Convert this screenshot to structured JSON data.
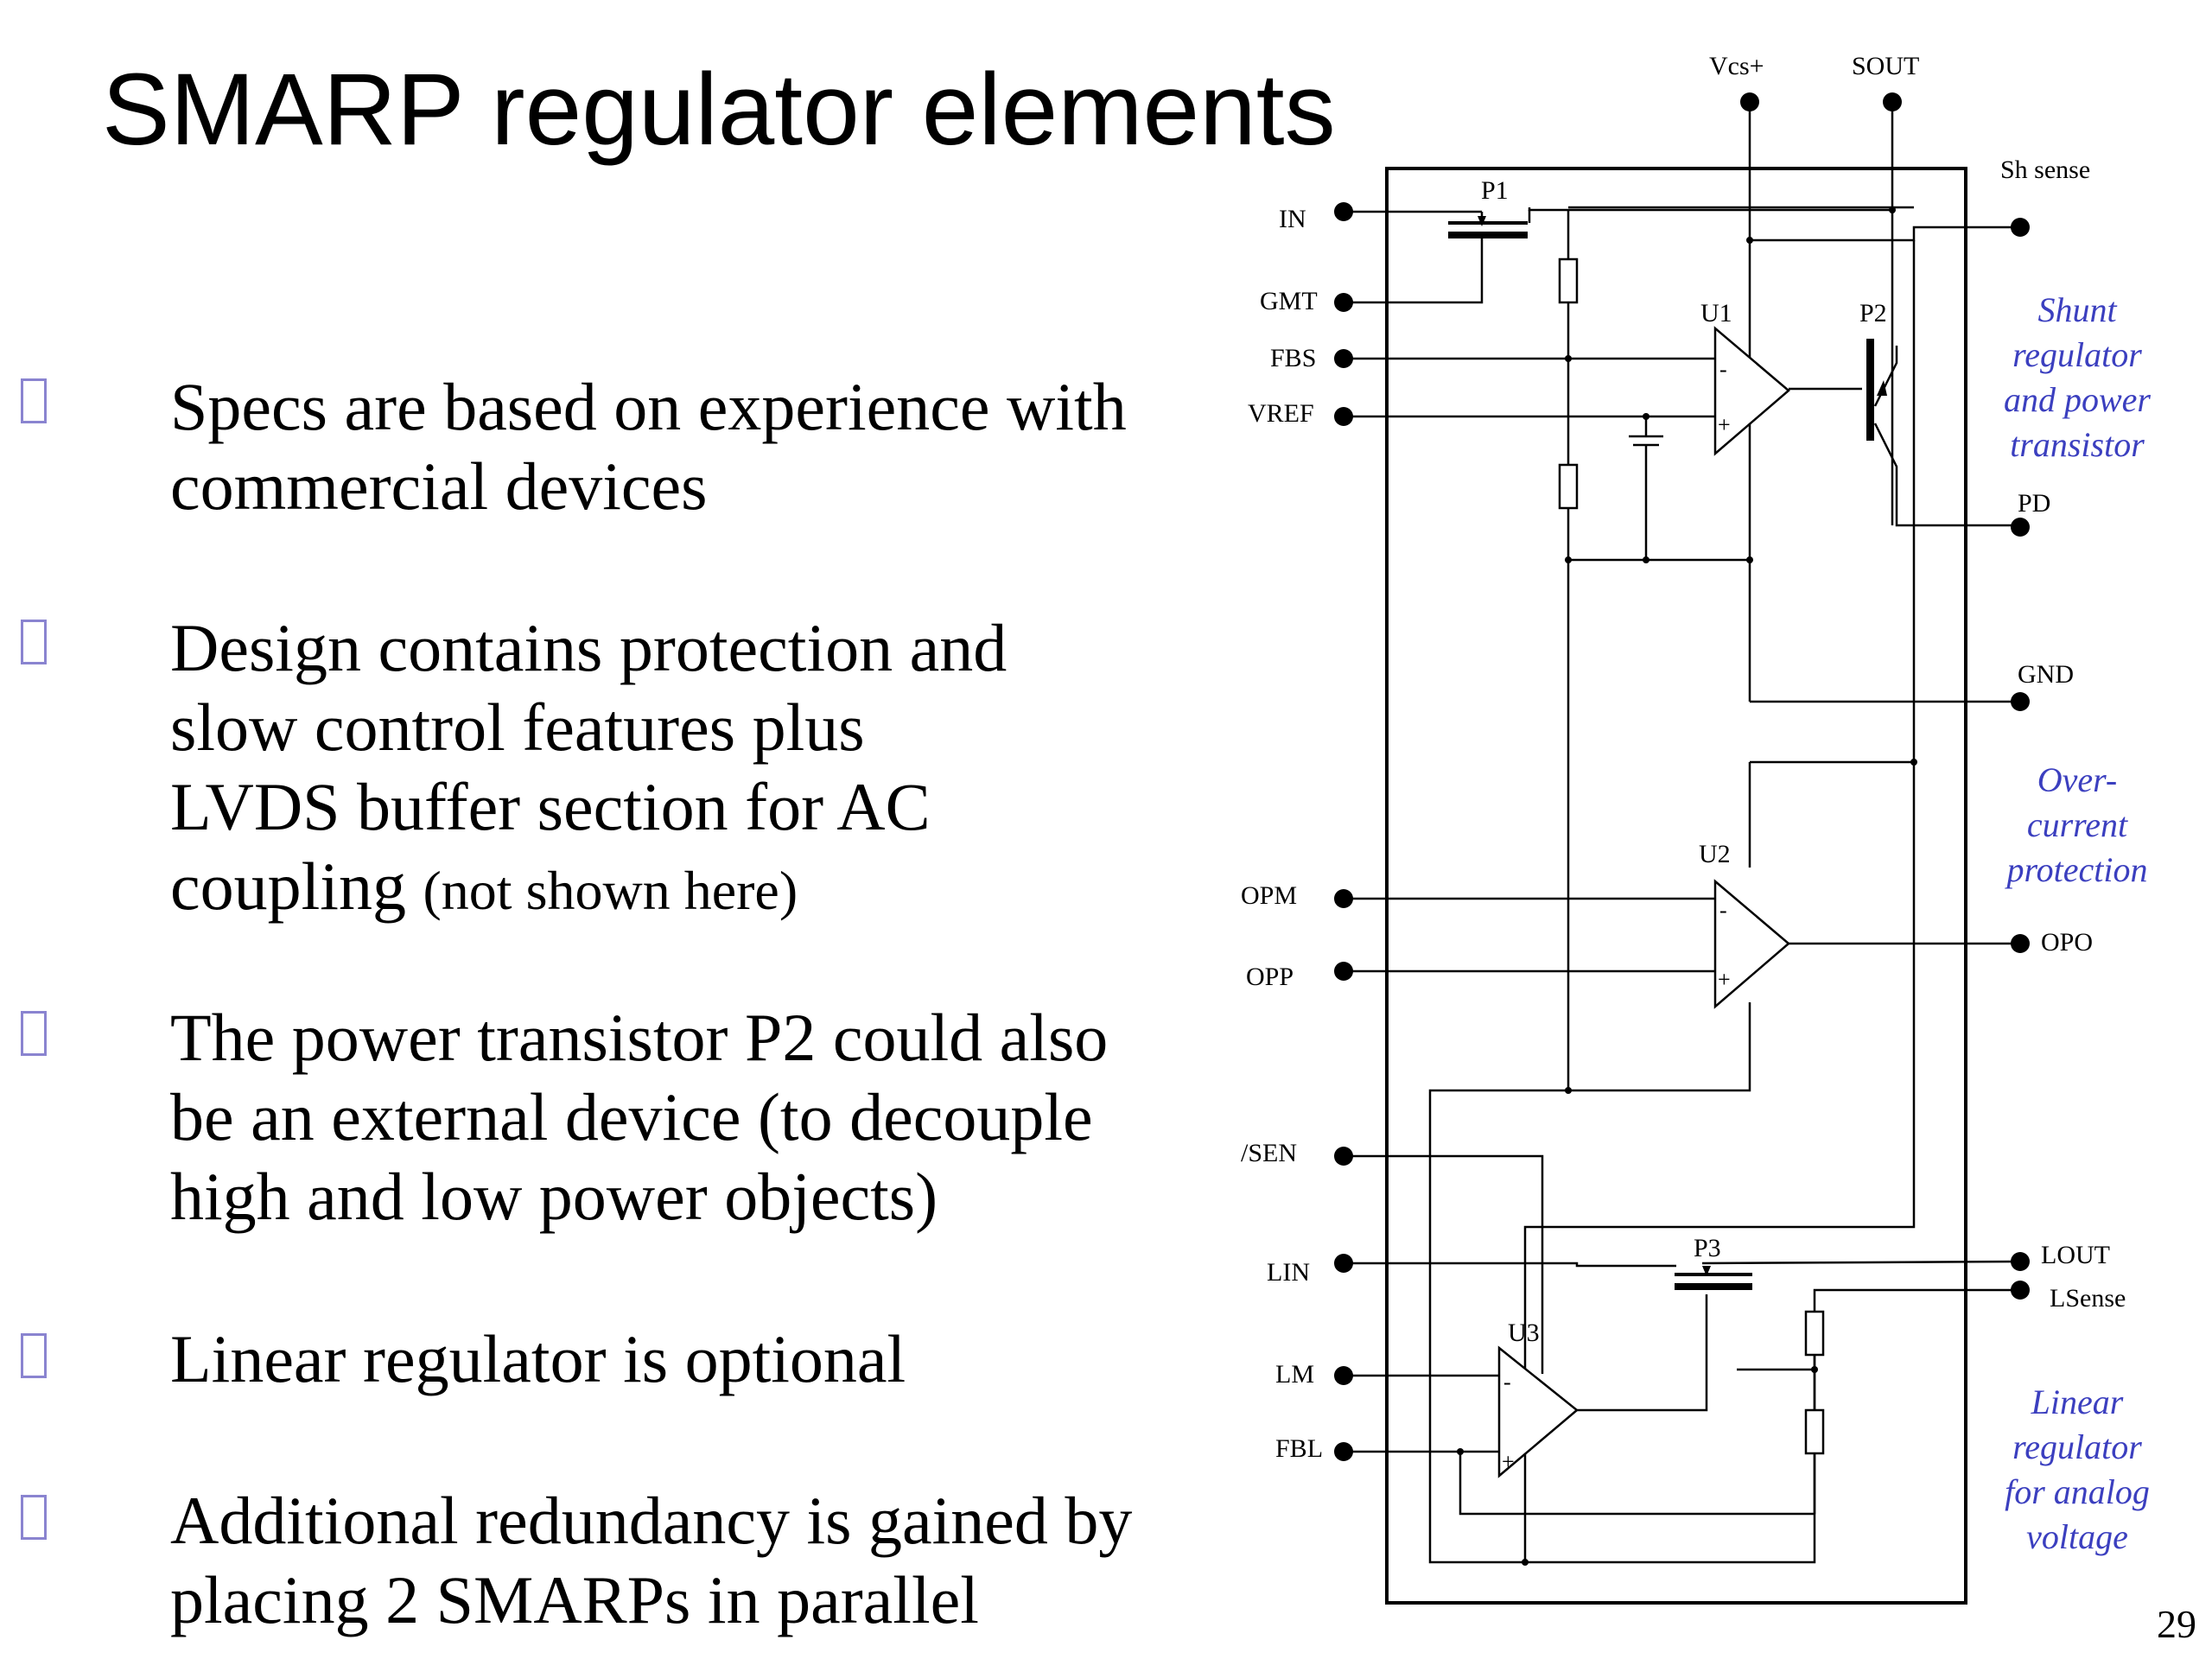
{
  "slide": {
    "title": "SMARP regulator elements",
    "page_number": "29"
  },
  "bullets": [
    {
      "lines": [
        "Specs are based on experience with",
        "commercial devices"
      ]
    },
    {
      "lines": [
        "Design contains protection and",
        "slow control features plus",
        "LVDS buffer section for AC",
        "coupling"
      ],
      "suffix": "(not shown here)"
    },
    {
      "lines": [
        "The power transistor P2 could also",
        "be an external device (to decouple",
        "high and low power objects)"
      ]
    },
    {
      "lines": [
        "Linear regulator is optional"
      ]
    },
    {
      "lines": [
        "Additional redundancy is gained by",
        "placing 2 SMARPs in parallel"
      ]
    }
  ],
  "schematic": {
    "left_pins": [
      "IN",
      "GMT",
      "FBS",
      "VREF",
      "OPM",
      "OPP",
      "/SEN",
      "LIN",
      "LM",
      "FBL"
    ],
    "top_pins": [
      "Vcs+",
      "SOUT"
    ],
    "right_pins": [
      "Sh sense",
      "PD",
      "GND",
      "OPO",
      "LOUT",
      "LSense"
    ],
    "components": [
      "P1",
      "P2",
      "P3",
      "U1",
      "U2",
      "U3"
    ],
    "annotations": {
      "shunt": [
        "Shunt",
        "regulator",
        "and power",
        "transistor"
      ],
      "overcurrent": [
        "Over-",
        "current",
        "protection"
      ],
      "linear": [
        "Linear",
        "regulator",
        "for analog",
        "voltage"
      ]
    },
    "accent_color": "#3b3fbf",
    "bullet_marker_color": "#8a84d0"
  }
}
